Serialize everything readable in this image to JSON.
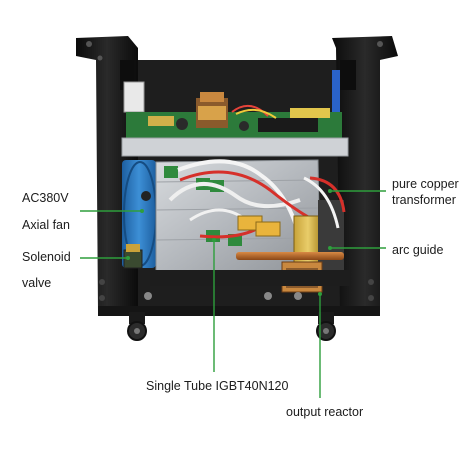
{
  "labels": {
    "ac380v": "AC380V",
    "axial_fan": "Axial fan",
    "solenoid": "Solenoid",
    "valve": "valve",
    "pure_copper": "pure copper",
    "transformer": "transformer",
    "arc_guide": "arc guide",
    "igbt": "Single Tube IGBT40N120",
    "output_reactor": "output reactor"
  },
  "colors": {
    "leader_line": "#2e9e3c",
    "frame": "#161616",
    "fan_blade": "#2f7fc4",
    "heatsink": "#b9bdc2",
    "copper": "#b8652a",
    "pcb": "#2f8a3d"
  }
}
